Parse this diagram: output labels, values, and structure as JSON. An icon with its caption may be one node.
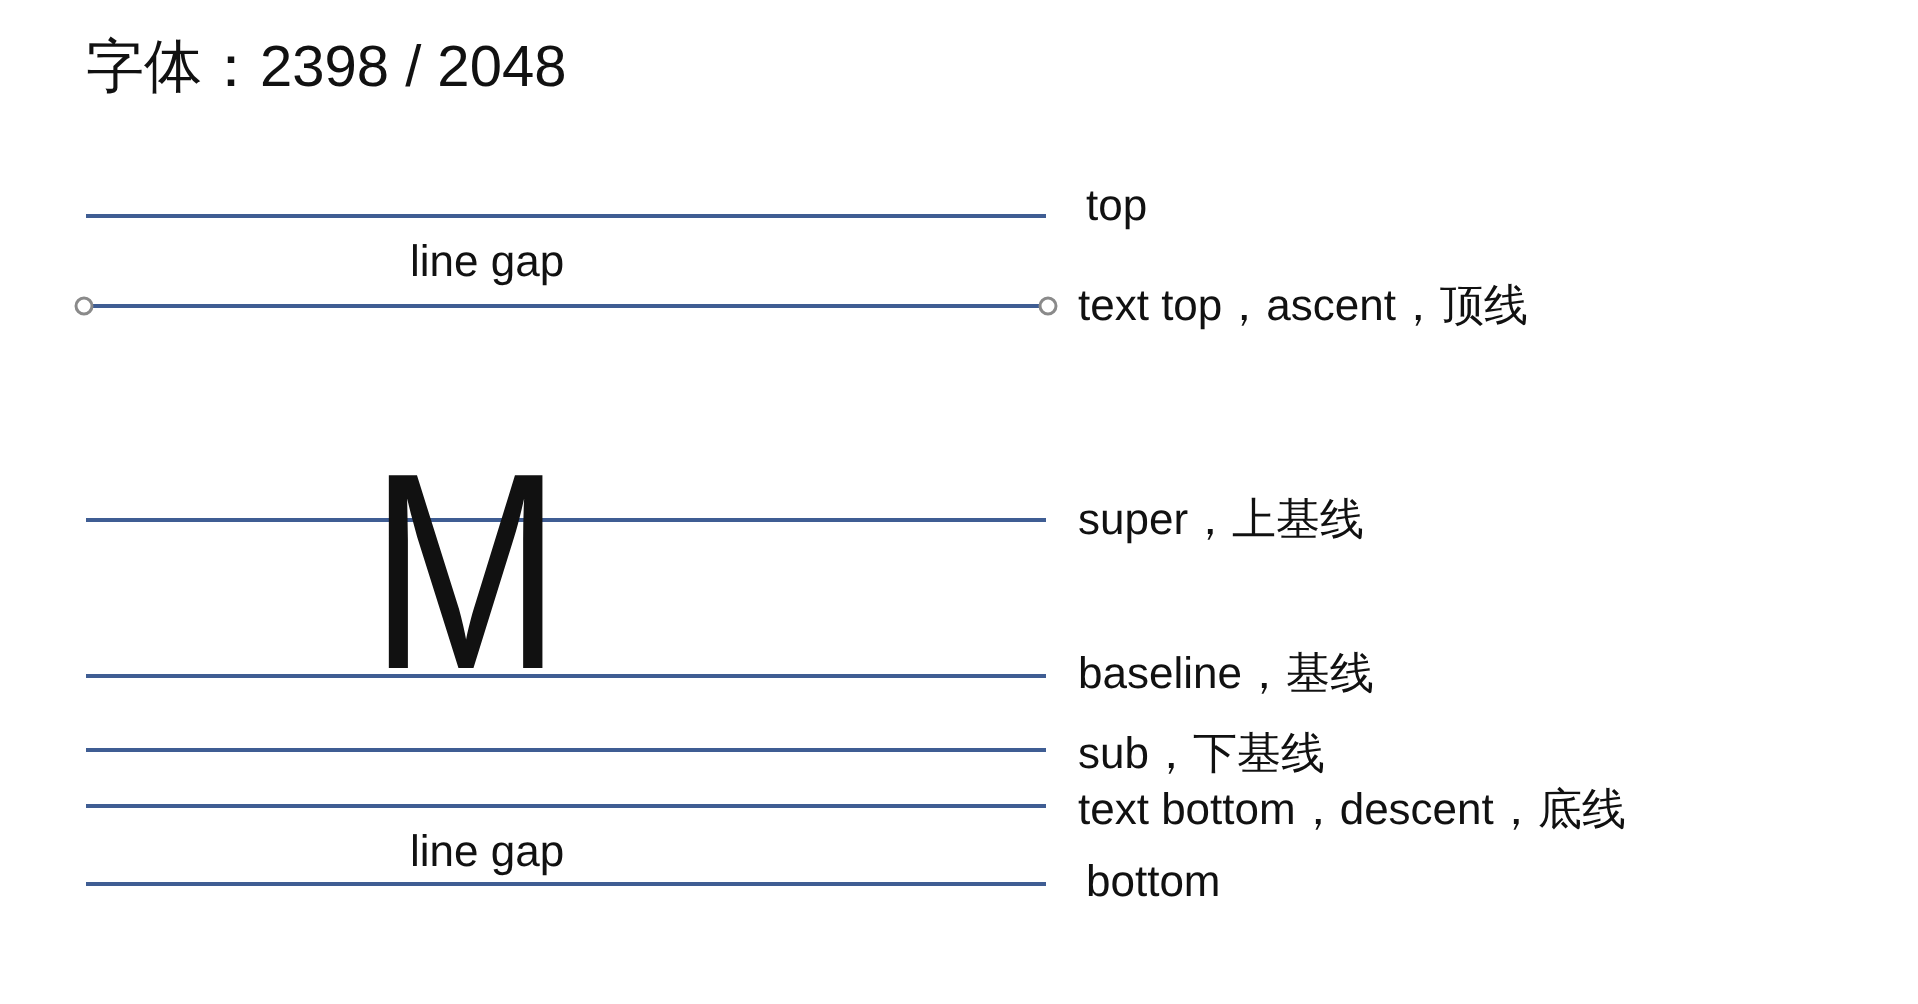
{
  "diagram": {
    "title": "字体：2398 / 2048",
    "labels": [
      "top",
      "line gap",
      "text top，ascent，顶线",
      "M",
      "super，上基线",
      "baseline，基线",
      "sub，下基线",
      "text bottom，descent，底线",
      "line gap",
      "bottom"
    ]
  }
}
